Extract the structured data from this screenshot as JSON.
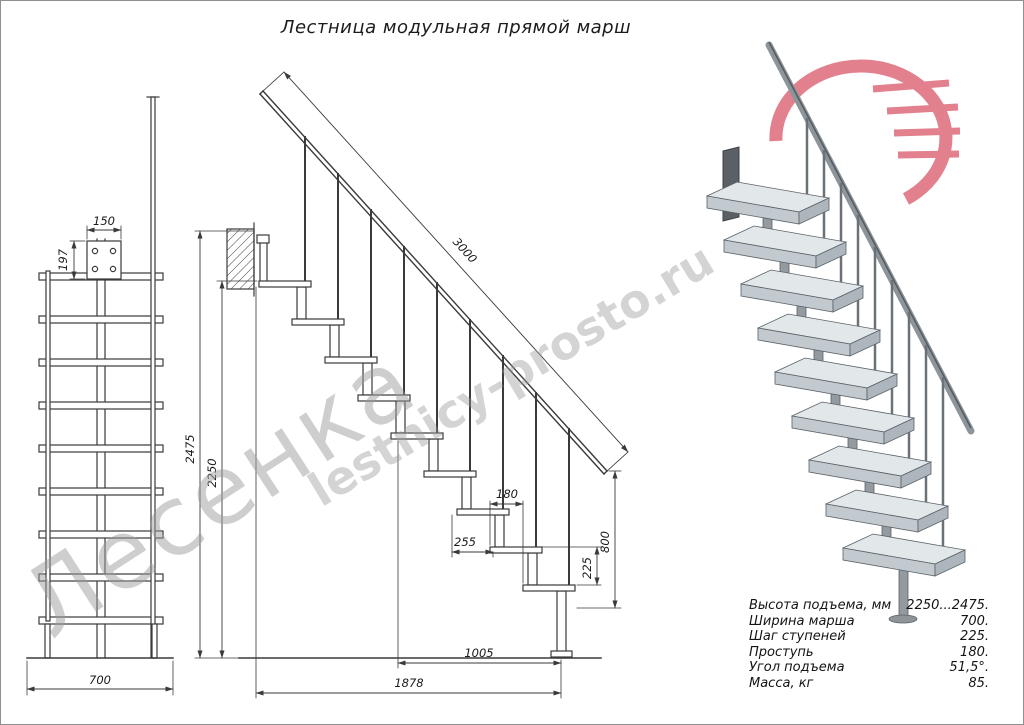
{
  "title": "Лестница модульная прямой марш",
  "watermarks": {
    "large": "Лесенка",
    "site": "lestnicy-prosto.ru"
  },
  "colors": {
    "line": "#3a3a3a",
    "logo_red": "#d95668",
    "watermark_gray": "#9b9b9b",
    "tread_top": "#e2e7ea",
    "tread_front": "#c2cad0"
  },
  "front_view": {
    "dim_post_width": "150",
    "dim_post_height": "197",
    "dim_march_width": "700"
  },
  "side_view": {
    "dim_stringer": "3000",
    "dim_height_max": "2475",
    "dim_height_clear": "2250",
    "dim_tread": "180",
    "dim_module": "255",
    "dim_lower": "800",
    "dim_rise": "225",
    "dim_run_lower": "1005",
    "dim_total_run": "1878"
  },
  "spec_table": {
    "rows": [
      {
        "label": "Высота подъема, мм",
        "value": "2250...2475."
      },
      {
        "label": "Ширина марша",
        "value": "700."
      },
      {
        "label": "Шаг ступеней",
        "value": "225."
      },
      {
        "label": "Проступь",
        "value": "180."
      },
      {
        "label": "Угол подъема",
        "value": "51,5°."
      },
      {
        "label": "Масса, кг",
        "value": "85."
      }
    ]
  }
}
